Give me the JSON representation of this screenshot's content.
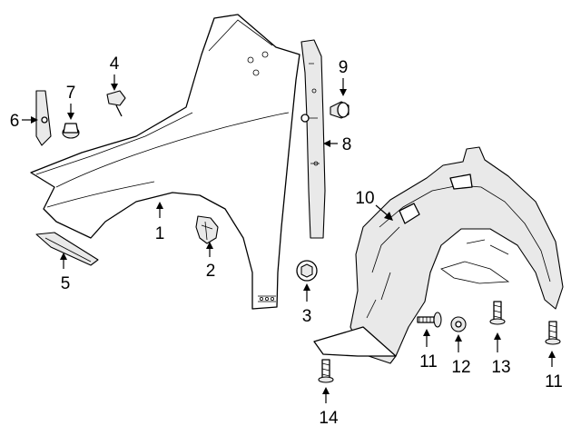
{
  "callouts": [
    "1",
    "2",
    "3",
    "4",
    "5",
    "6",
    "7",
    "8",
    "9",
    "10",
    "11",
    "12",
    "13",
    "14",
    "11"
  ]
}
